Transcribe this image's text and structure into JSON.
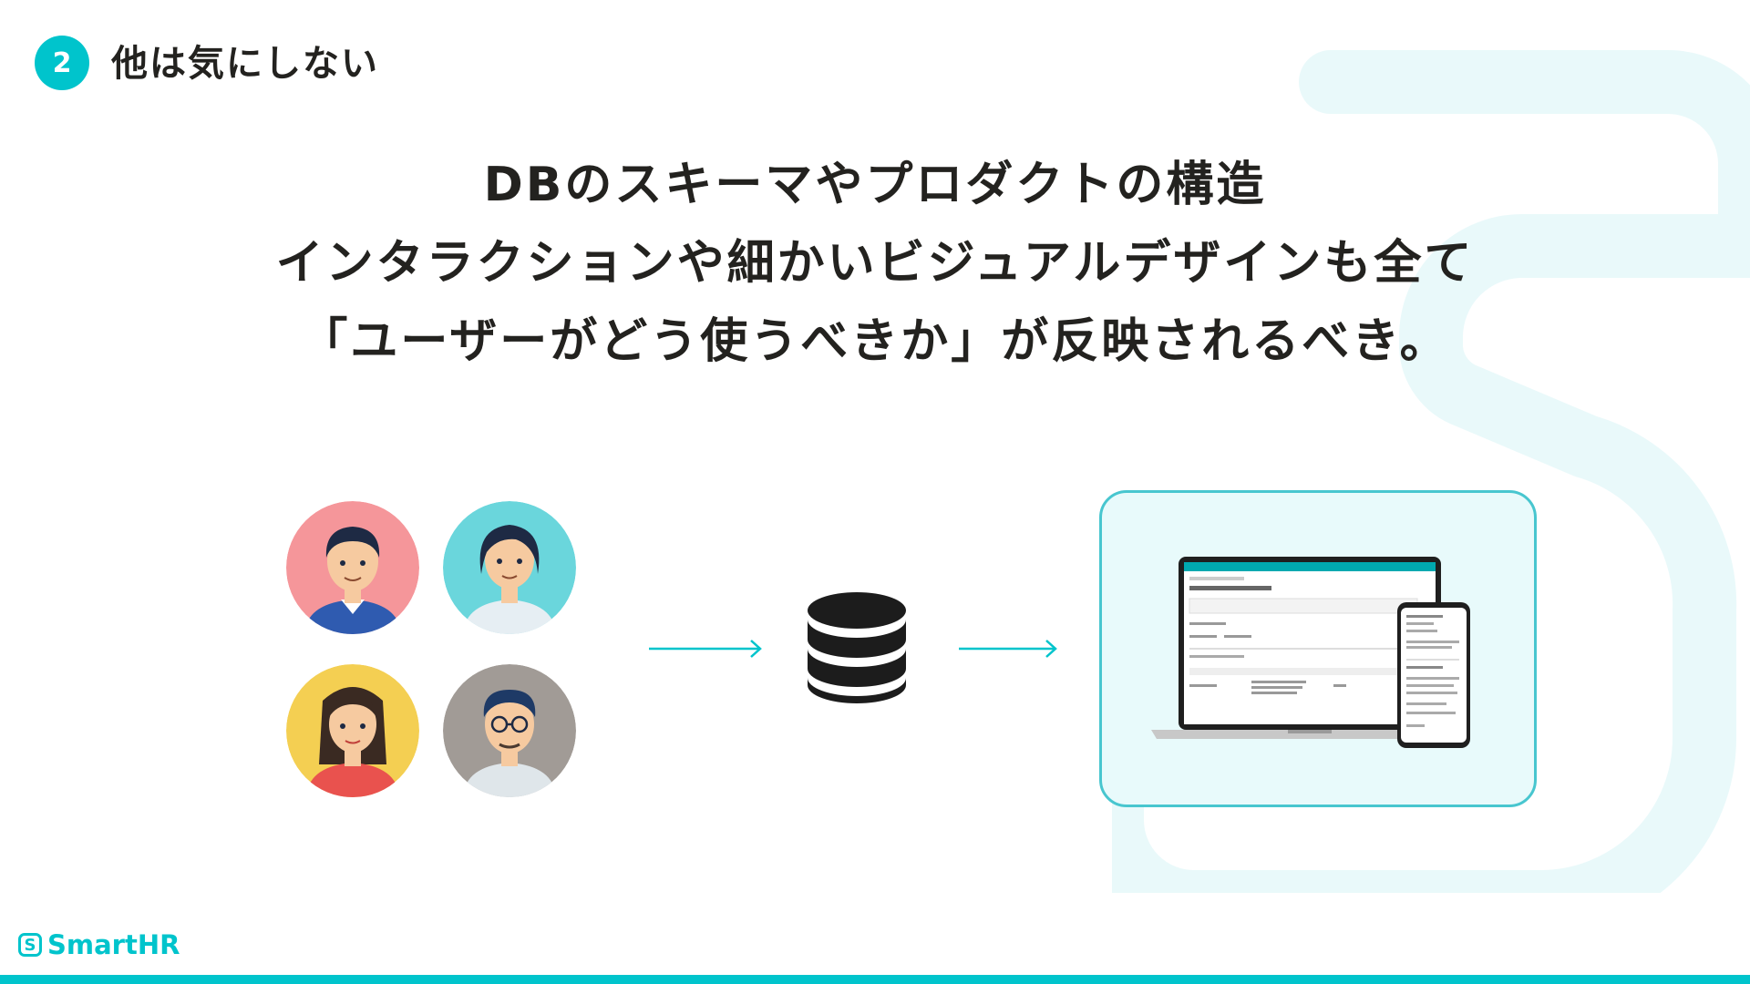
{
  "section": {
    "number": "2",
    "title": "他は気にしない"
  },
  "headline": {
    "lines": [
      "DBのスキーマやプロダクトの構造",
      "インタラクションや細かいビジュアルデザインも全て",
      "「ユーザーがどう使うべきか」が反映されるべき。"
    ]
  },
  "footer": {
    "logo_mark": "S",
    "logo_text": "SmartHR"
  },
  "colors": {
    "accent": "#00c4cc",
    "text": "#23221f",
    "frame_border": "#48c6cf",
    "frame_fill": "#e8fafb"
  },
  "icons": {
    "database": "database-icon",
    "arrow": "arrow-right-icon"
  }
}
